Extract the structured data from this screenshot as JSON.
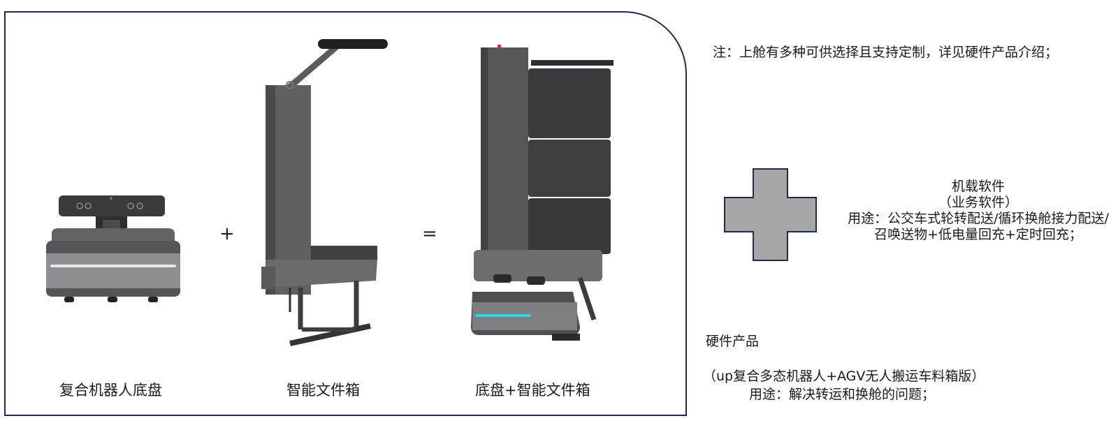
{
  "products": [
    {
      "caption": "复合机器人底盘"
    },
    {
      "caption": "智能文件箱"
    },
    {
      "caption": "底盘+智能文件箱"
    }
  ],
  "operators": {
    "plus": "+",
    "equals": "="
  },
  "note": "注：上舱有多种可供选择且支持定制，详见硬件产品介绍；",
  "software": {
    "name": "机载软件",
    "subtitle": "（业务软件）",
    "usage": "用途：公交车式轮转配送/循环换舱接力配送/召唤送物+低电量回充+定时回充；"
  },
  "hardware": {
    "title": "硬件产品",
    "name": "（up复合多态机器人+AGV无人搬运车料箱版）",
    "usage": "用途：解决转运和换舱的问题；"
  },
  "colors": {
    "frame_border": "#1f2a4a",
    "plus_fill": "#a6a6a6",
    "plus_border": "#1f2a4a",
    "body_gray": "#5f6063",
    "dark_gray": "#3b3c3f",
    "accent_cyan": "#2fd6e6"
  }
}
